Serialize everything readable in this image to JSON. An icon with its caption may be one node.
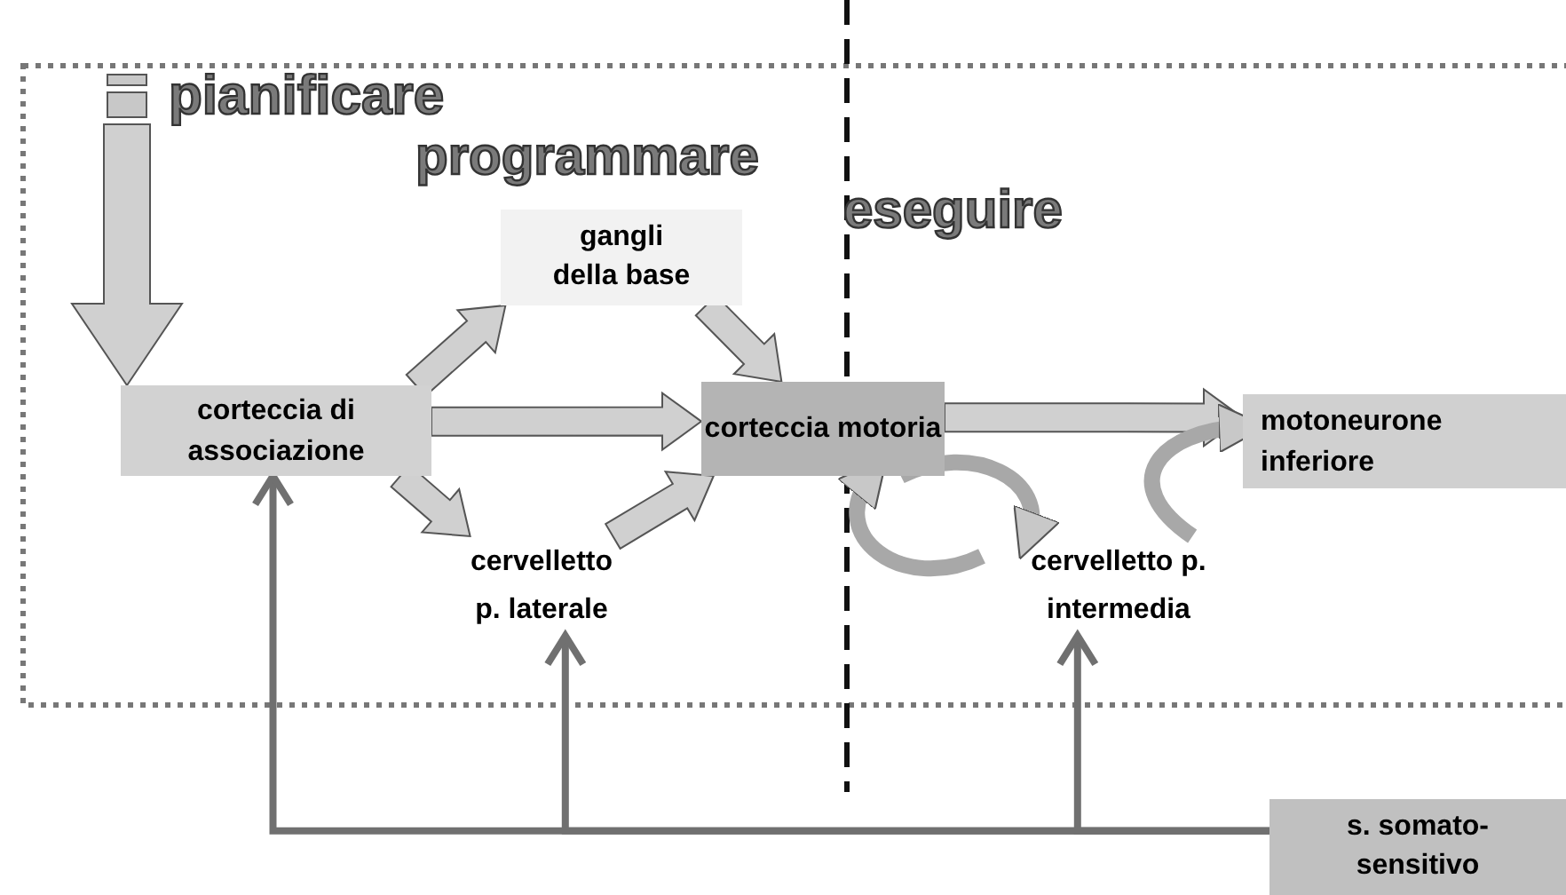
{
  "diagram": {
    "nodes": [
      {
        "text": [
          "corteccia di associazione"
        ]
      },
      {
        "text": [
          "gangli della base"
        ]
      },
      {
        "text": [
          "corteccia motoria"
        ]
      },
      {
        "text": [
          "cervelletto p. laterale"
        ]
      },
      {
        "text": [
          "motoneurone inferiore"
        ]
      },
      {
        "text": [
          "cervelletto p. intermedia"
        ]
      },
      {
        "text": [
          "s. somato-sensitivo"
        ]
      }
    ],
    "edges": [
      {
        "from": null,
        "to": 0,
        "arrow": "to"
      },
      {
        "from": 0,
        "to": 1,
        "arrow": "to"
      },
      {
        "from": 1,
        "to": 2,
        "arrow": "to"
      },
      {
        "from": 0,
        "to": 2,
        "arrow": "to"
      },
      {
        "from": 0,
        "to": 3,
        "arrow": "to"
      },
      {
        "from": 3,
        "to": 2,
        "arrow": "to"
      },
      {
        "from": 2,
        "to": 4,
        "arrow": "to"
      },
      {
        "from": 2,
        "to": 5,
        "arrow": "to",
        "style": "thick"
      },
      {
        "from": 5,
        "to": 2,
        "arrow": "to",
        "style": "thick"
      },
      {
        "from": 5,
        "to": 4,
        "arrow": "to",
        "style": "thick"
      },
      {
        "from": 6,
        "to": 0,
        "arrow": "to",
        "color": "#707070"
      },
      {
        "from": 6,
        "to": 3,
        "arrow": "to",
        "color": "#707070"
      },
      {
        "from": 6,
        "to": 5,
        "arrow": "to",
        "color": "#707070"
      }
    ],
    "labels": [
      "pianificare",
      "programmare",
      "eseguire"
    ]
  }
}
